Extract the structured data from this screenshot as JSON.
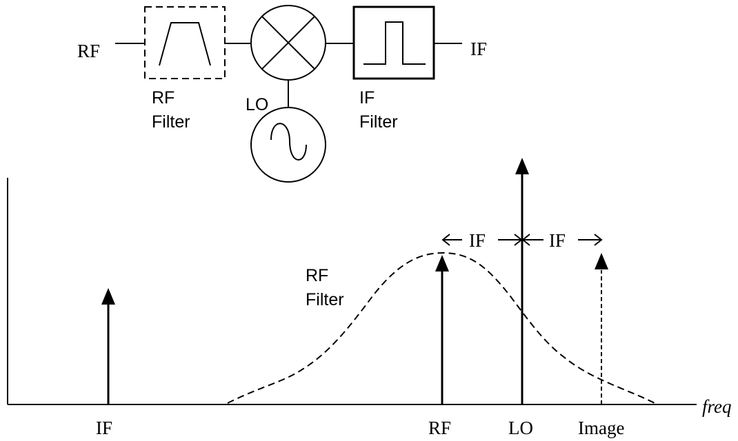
{
  "block_diagram": {
    "input_label": "RF",
    "output_label": "IF",
    "rf_filter_label_line1": "RF",
    "rf_filter_label_line2": "Filter",
    "lo_label": "LO",
    "if_filter_label_line1": "IF",
    "if_filter_label_line2": "Filter"
  },
  "spectrum": {
    "x_axis_label": "freq",
    "filter_label_line1": "RF",
    "filter_label_line2": "Filter",
    "spacing_label_left": "IF",
    "spacing_label_right": "IF",
    "ticks": [
      "IF",
      "RF",
      "LO",
      "Image"
    ]
  }
}
